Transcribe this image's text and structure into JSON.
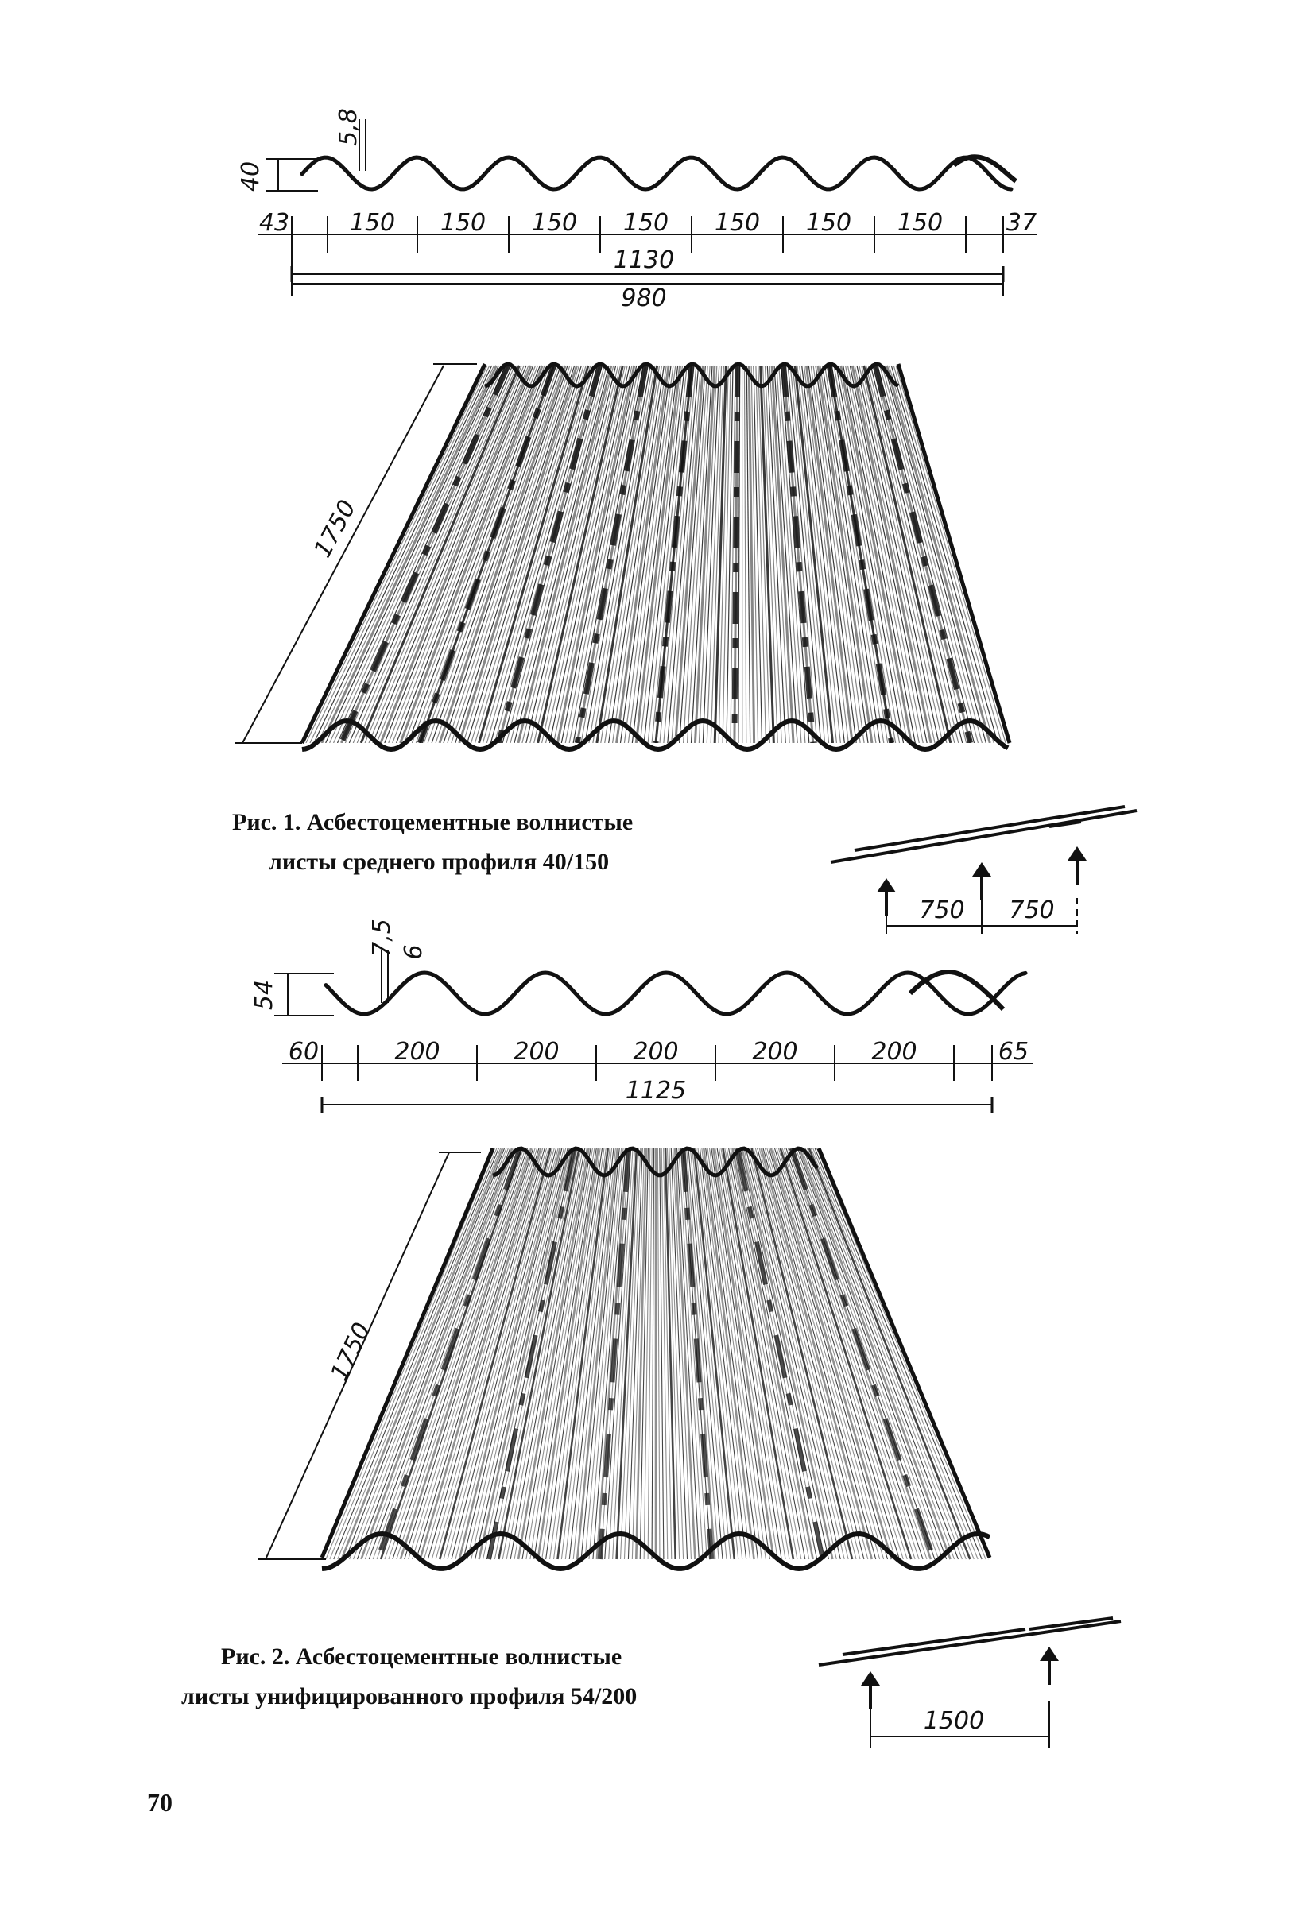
{
  "figure1": {
    "profile_dims": {
      "height": "40",
      "thickness": "5,8",
      "spans": [
        "43",
        "150",
        "150",
        "150",
        "150",
        "150",
        "150",
        "150",
        "37"
      ],
      "overall": "1130",
      "useful": "980"
    },
    "length": "1750",
    "caption_line1": "Рис. 1. Асбестоцементные волнистые",
    "caption_line2": "листы среднего профиля 40/150",
    "support": {
      "spacings": [
        "750",
        "750"
      ]
    }
  },
  "figure2": {
    "profile_dims": {
      "height": "54",
      "crest_thickness": "7,5",
      "wall_thickness": "6",
      "spans": [
        "60",
        "200",
        "200",
        "200",
        "200",
        "200",
        "65"
      ],
      "overall": "1125"
    },
    "length": "1750",
    "caption_line1": "Рис. 2. Асбестоцементные волнистые",
    "caption_line2": "листы унифицированного профиля 54/200",
    "support": {
      "spacings": [
        "1500"
      ]
    }
  },
  "page_number": "70"
}
